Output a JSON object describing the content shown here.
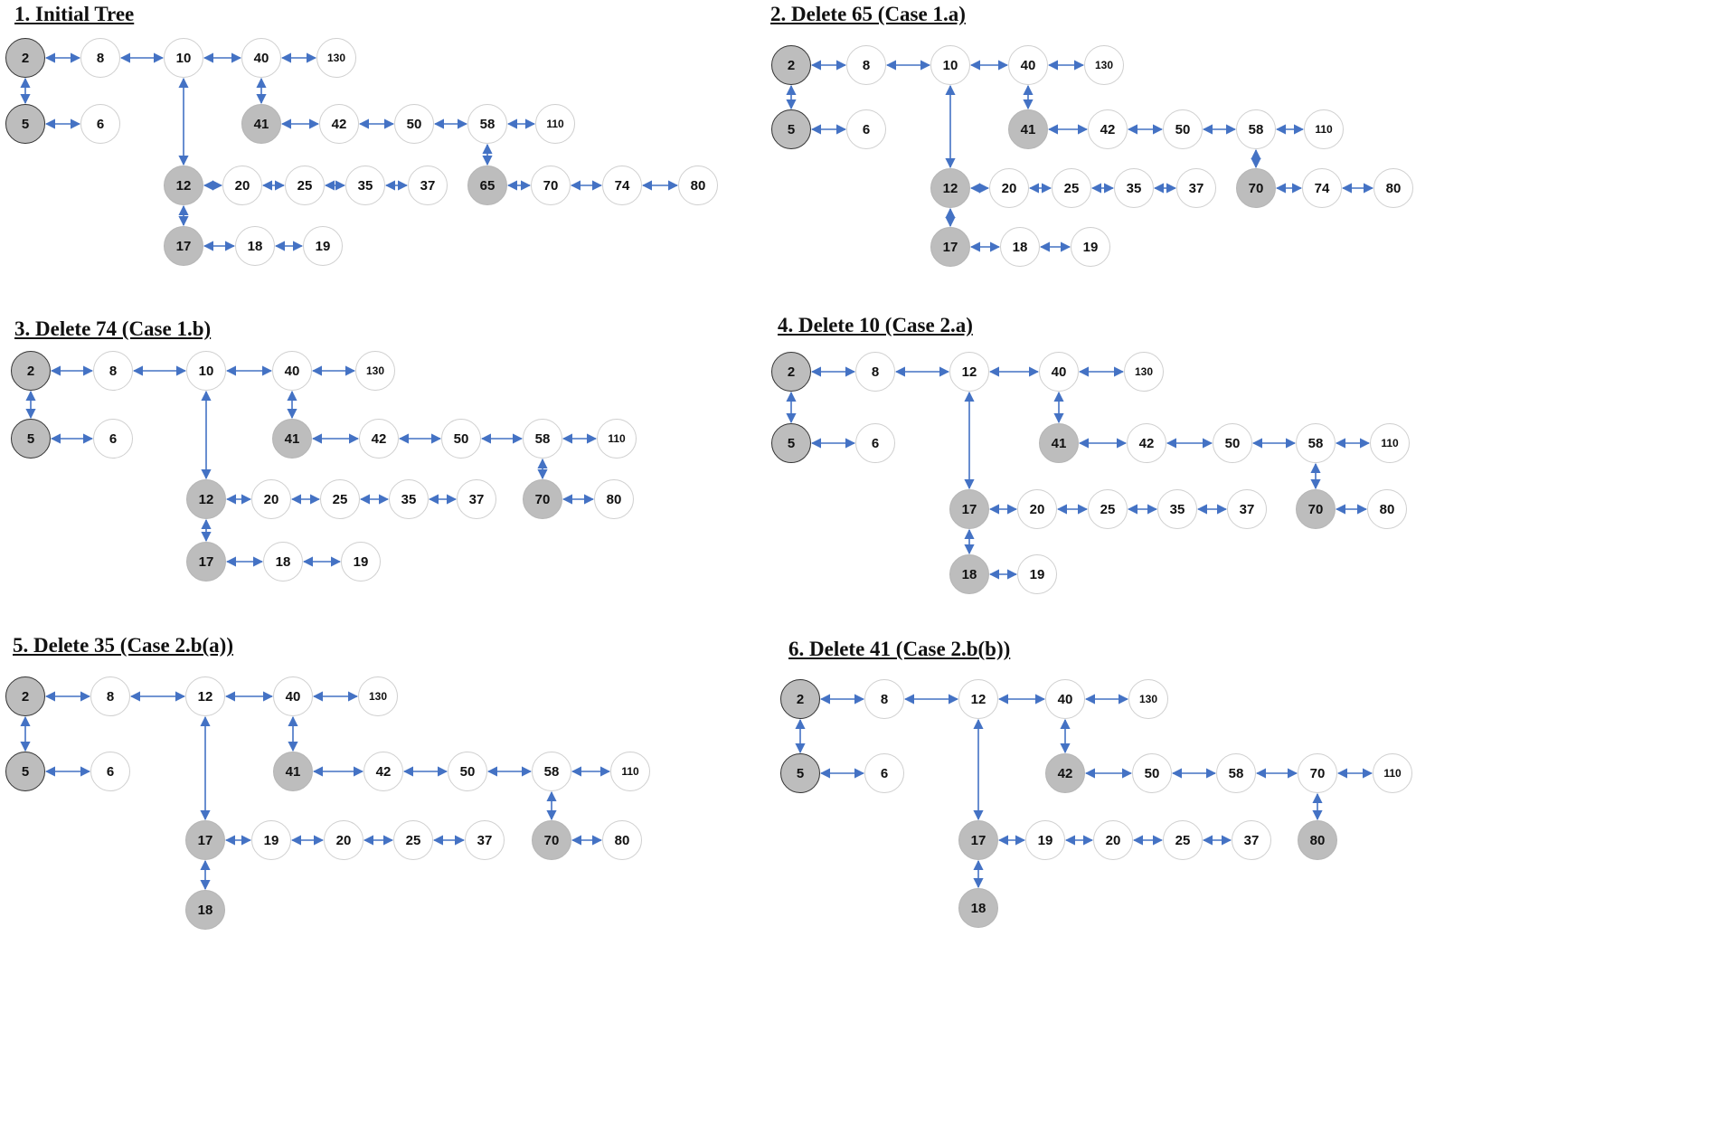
{
  "panels": [
    {
      "title": "1. Initial Tree",
      "nodes": [
        {
          "label": "2",
          "shade": "grey-outlined"
        },
        {
          "label": "8",
          "shade": "white"
        },
        {
          "label": "10",
          "shade": "white"
        },
        {
          "label": "40",
          "shade": "white"
        },
        {
          "label": "130",
          "shade": "white"
        },
        {
          "label": "5",
          "shade": "grey-outlined"
        },
        {
          "label": "6",
          "shade": "white"
        },
        {
          "label": "41",
          "shade": "grey"
        },
        {
          "label": "42",
          "shade": "white"
        },
        {
          "label": "50",
          "shade": "white"
        },
        {
          "label": "58",
          "shade": "white"
        },
        {
          "label": "110",
          "shade": "white"
        },
        {
          "label": "12",
          "shade": "grey"
        },
        {
          "label": "20",
          "shade": "white"
        },
        {
          "label": "25",
          "shade": "white"
        },
        {
          "label": "35",
          "shade": "white"
        },
        {
          "label": "37",
          "shade": "white"
        },
        {
          "label": "65",
          "shade": "grey"
        },
        {
          "label": "70",
          "shade": "white"
        },
        {
          "label": "74",
          "shade": "white"
        },
        {
          "label": "80",
          "shade": "white"
        },
        {
          "label": "17",
          "shade": "grey"
        },
        {
          "label": "18",
          "shade": "white"
        },
        {
          "label": "19",
          "shade": "white"
        }
      ],
      "links": [
        [
          "2",
          "8"
        ],
        [
          "8",
          "10"
        ],
        [
          "10",
          "40"
        ],
        [
          "40",
          "130"
        ],
        [
          "2",
          "5"
        ],
        [
          "5",
          "6"
        ],
        [
          "40",
          "41"
        ],
        [
          "41",
          "42"
        ],
        [
          "42",
          "50"
        ],
        [
          "50",
          "58"
        ],
        [
          "58",
          "110"
        ],
        [
          "10",
          "12"
        ],
        [
          "12",
          "20"
        ],
        [
          "20",
          "25"
        ],
        [
          "25",
          "35"
        ],
        [
          "35",
          "37"
        ],
        [
          "58",
          "65"
        ],
        [
          "65",
          "70"
        ],
        [
          "70",
          "74"
        ],
        [
          "74",
          "80"
        ],
        [
          "12",
          "17"
        ],
        [
          "17",
          "18"
        ],
        [
          "18",
          "19"
        ]
      ]
    },
    {
      "title": "2. Delete 65 (Case 1.a)",
      "nodes": [
        {
          "label": "2",
          "shade": "grey-outlined"
        },
        {
          "label": "8",
          "shade": "white"
        },
        {
          "label": "10",
          "shade": "white"
        },
        {
          "label": "40",
          "shade": "white"
        },
        {
          "label": "130",
          "shade": "white"
        },
        {
          "label": "5",
          "shade": "grey-outlined"
        },
        {
          "label": "6",
          "shade": "white"
        },
        {
          "label": "41",
          "shade": "grey"
        },
        {
          "label": "42",
          "shade": "white"
        },
        {
          "label": "50",
          "shade": "white"
        },
        {
          "label": "58",
          "shade": "white"
        },
        {
          "label": "110",
          "shade": "white"
        },
        {
          "label": "12",
          "shade": "grey"
        },
        {
          "label": "20",
          "shade": "white"
        },
        {
          "label": "25",
          "shade": "white"
        },
        {
          "label": "35",
          "shade": "white"
        },
        {
          "label": "37",
          "shade": "white"
        },
        {
          "label": "70",
          "shade": "grey"
        },
        {
          "label": "74",
          "shade": "white"
        },
        {
          "label": "80",
          "shade": "white"
        },
        {
          "label": "17",
          "shade": "grey"
        },
        {
          "label": "18",
          "shade": "white"
        },
        {
          "label": "19",
          "shade": "white"
        }
      ],
      "links": [
        [
          "2",
          "8"
        ],
        [
          "8",
          "10"
        ],
        [
          "10",
          "40"
        ],
        [
          "40",
          "130"
        ],
        [
          "2",
          "5"
        ],
        [
          "5",
          "6"
        ],
        [
          "40",
          "41"
        ],
        [
          "41",
          "42"
        ],
        [
          "42",
          "50"
        ],
        [
          "50",
          "58"
        ],
        [
          "58",
          "110"
        ],
        [
          "10",
          "12"
        ],
        [
          "12",
          "20"
        ],
        [
          "20",
          "25"
        ],
        [
          "25",
          "35"
        ],
        [
          "35",
          "37"
        ],
        [
          "58",
          "70"
        ],
        [
          "70",
          "74"
        ],
        [
          "74",
          "80"
        ],
        [
          "12",
          "17"
        ],
        [
          "17",
          "18"
        ],
        [
          "18",
          "19"
        ]
      ]
    },
    {
      "title": "3. Delete 74 (Case 1.b)",
      "nodes": [
        {
          "label": "2",
          "shade": "grey-outlined"
        },
        {
          "label": "8",
          "shade": "white"
        },
        {
          "label": "10",
          "shade": "white"
        },
        {
          "label": "40",
          "shade": "white"
        },
        {
          "label": "130",
          "shade": "white"
        },
        {
          "label": "5",
          "shade": "grey-outlined"
        },
        {
          "label": "6",
          "shade": "white"
        },
        {
          "label": "41",
          "shade": "grey"
        },
        {
          "label": "42",
          "shade": "white"
        },
        {
          "label": "50",
          "shade": "white"
        },
        {
          "label": "58",
          "shade": "white"
        },
        {
          "label": "110",
          "shade": "white"
        },
        {
          "label": "12",
          "shade": "grey"
        },
        {
          "label": "20",
          "shade": "white"
        },
        {
          "label": "25",
          "shade": "white"
        },
        {
          "label": "35",
          "shade": "white"
        },
        {
          "label": "37",
          "shade": "white"
        },
        {
          "label": "70",
          "shade": "grey"
        },
        {
          "label": "80",
          "shade": "white"
        },
        {
          "label": "17",
          "shade": "grey"
        },
        {
          "label": "18",
          "shade": "white"
        },
        {
          "label": "19",
          "shade": "white"
        }
      ],
      "links": [
        [
          "2",
          "8"
        ],
        [
          "8",
          "10"
        ],
        [
          "10",
          "40"
        ],
        [
          "40",
          "130"
        ],
        [
          "2",
          "5"
        ],
        [
          "5",
          "6"
        ],
        [
          "40",
          "41"
        ],
        [
          "41",
          "42"
        ],
        [
          "42",
          "50"
        ],
        [
          "50",
          "58"
        ],
        [
          "58",
          "110"
        ],
        [
          "10",
          "12"
        ],
        [
          "12",
          "20"
        ],
        [
          "20",
          "25"
        ],
        [
          "25",
          "35"
        ],
        [
          "35",
          "37"
        ],
        [
          "58",
          "70"
        ],
        [
          "70",
          "80"
        ],
        [
          "12",
          "17"
        ],
        [
          "17",
          "18"
        ],
        [
          "18",
          "19"
        ]
      ]
    },
    {
      "title": "4. Delete 10 (Case 2.a)",
      "nodes": [
        {
          "label": "2",
          "shade": "grey-outlined"
        },
        {
          "label": "8",
          "shade": "white"
        },
        {
          "label": "12",
          "shade": "white"
        },
        {
          "label": "40",
          "shade": "white"
        },
        {
          "label": "130",
          "shade": "white"
        },
        {
          "label": "5",
          "shade": "grey-outlined"
        },
        {
          "label": "6",
          "shade": "white"
        },
        {
          "label": "41",
          "shade": "grey"
        },
        {
          "label": "42",
          "shade": "white"
        },
        {
          "label": "50",
          "shade": "white"
        },
        {
          "label": "58",
          "shade": "white"
        },
        {
          "label": "110",
          "shade": "white"
        },
        {
          "label": "17",
          "shade": "grey"
        },
        {
          "label": "20",
          "shade": "white"
        },
        {
          "label": "25",
          "shade": "white"
        },
        {
          "label": "35",
          "shade": "white"
        },
        {
          "label": "37",
          "shade": "white"
        },
        {
          "label": "70",
          "shade": "grey"
        },
        {
          "label": "80",
          "shade": "white"
        },
        {
          "label": "18",
          "shade": "grey"
        },
        {
          "label": "19",
          "shade": "white"
        }
      ],
      "links": [
        [
          "2",
          "8"
        ],
        [
          "8",
          "12"
        ],
        [
          "12",
          "40"
        ],
        [
          "40",
          "130"
        ],
        [
          "2",
          "5"
        ],
        [
          "5",
          "6"
        ],
        [
          "40",
          "41"
        ],
        [
          "41",
          "42"
        ],
        [
          "42",
          "50"
        ],
        [
          "50",
          "58"
        ],
        [
          "58",
          "110"
        ],
        [
          "12",
          "17"
        ],
        [
          "17",
          "20"
        ],
        [
          "20",
          "25"
        ],
        [
          "25",
          "35"
        ],
        [
          "35",
          "37"
        ],
        [
          "58",
          "70"
        ],
        [
          "70",
          "80"
        ],
        [
          "17",
          "18"
        ],
        [
          "18",
          "19"
        ]
      ]
    },
    {
      "title": "5. Delete 35 (Case 2.b(a))",
      "nodes": [
        {
          "label": "2",
          "shade": "grey-outlined"
        },
        {
          "label": "8",
          "shade": "white"
        },
        {
          "label": "12",
          "shade": "white"
        },
        {
          "label": "40",
          "shade": "white"
        },
        {
          "label": "130",
          "shade": "white"
        },
        {
          "label": "5",
          "shade": "grey-outlined"
        },
        {
          "label": "6",
          "shade": "white"
        },
        {
          "label": "41",
          "shade": "grey"
        },
        {
          "label": "42",
          "shade": "white"
        },
        {
          "label": "50",
          "shade": "white"
        },
        {
          "label": "58",
          "shade": "white"
        },
        {
          "label": "110",
          "shade": "white"
        },
        {
          "label": "17",
          "shade": "grey"
        },
        {
          "label": "19",
          "shade": "white"
        },
        {
          "label": "20",
          "shade": "white"
        },
        {
          "label": "25",
          "shade": "white"
        },
        {
          "label": "37",
          "shade": "white"
        },
        {
          "label": "70",
          "shade": "grey"
        },
        {
          "label": "80",
          "shade": "white"
        },
        {
          "label": "18",
          "shade": "grey"
        }
      ],
      "links": [
        [
          "2",
          "8"
        ],
        [
          "8",
          "12"
        ],
        [
          "12",
          "40"
        ],
        [
          "40",
          "130"
        ],
        [
          "2",
          "5"
        ],
        [
          "5",
          "6"
        ],
        [
          "40",
          "41"
        ],
        [
          "41",
          "42"
        ],
        [
          "42",
          "50"
        ],
        [
          "50",
          "58"
        ],
        [
          "58",
          "110"
        ],
        [
          "12",
          "17"
        ],
        [
          "17",
          "19"
        ],
        [
          "19",
          "20"
        ],
        [
          "20",
          "25"
        ],
        [
          "25",
          "37"
        ],
        [
          "58",
          "70"
        ],
        [
          "70",
          "80"
        ],
        [
          "17",
          "18"
        ]
      ]
    },
    {
      "title": "6. Delete 41 (Case 2.b(b))",
      "nodes": [
        {
          "label": "2",
          "shade": "grey-outlined"
        },
        {
          "label": "8",
          "shade": "white"
        },
        {
          "label": "12",
          "shade": "white"
        },
        {
          "label": "40",
          "shade": "white"
        },
        {
          "label": "130",
          "shade": "white"
        },
        {
          "label": "5",
          "shade": "grey-outlined"
        },
        {
          "label": "6",
          "shade": "white"
        },
        {
          "label": "42",
          "shade": "grey"
        },
        {
          "label": "50",
          "shade": "white"
        },
        {
          "label": "58",
          "shade": "white"
        },
        {
          "label": "70",
          "shade": "white"
        },
        {
          "label": "110",
          "shade": "white"
        },
        {
          "label": "17",
          "shade": "grey"
        },
        {
          "label": "19",
          "shade": "white"
        },
        {
          "label": "20",
          "shade": "white"
        },
        {
          "label": "25",
          "shade": "white"
        },
        {
          "label": "37",
          "shade": "white"
        },
        {
          "label": "80",
          "shade": "grey"
        },
        {
          "label": "18",
          "shade": "grey"
        }
      ],
      "links": [
        [
          "2",
          "8"
        ],
        [
          "8",
          "12"
        ],
        [
          "12",
          "40"
        ],
        [
          "40",
          "130"
        ],
        [
          "2",
          "5"
        ],
        [
          "5",
          "6"
        ],
        [
          "40",
          "42"
        ],
        [
          "42",
          "50"
        ],
        [
          "50",
          "58"
        ],
        [
          "58",
          "70"
        ],
        [
          "70",
          "110"
        ],
        [
          "12",
          "17"
        ],
        [
          "17",
          "19"
        ],
        [
          "19",
          "20"
        ],
        [
          "20",
          "25"
        ],
        [
          "25",
          "37"
        ],
        [
          "70",
          "80"
        ],
        [
          "17",
          "18"
        ]
      ]
    }
  ],
  "colors": {
    "arrow": "#4472c4",
    "grey_node": "#bdbdbd",
    "white_node": "#ffffff",
    "node_border": "#cfcfcf",
    "outline": "#333333"
  }
}
